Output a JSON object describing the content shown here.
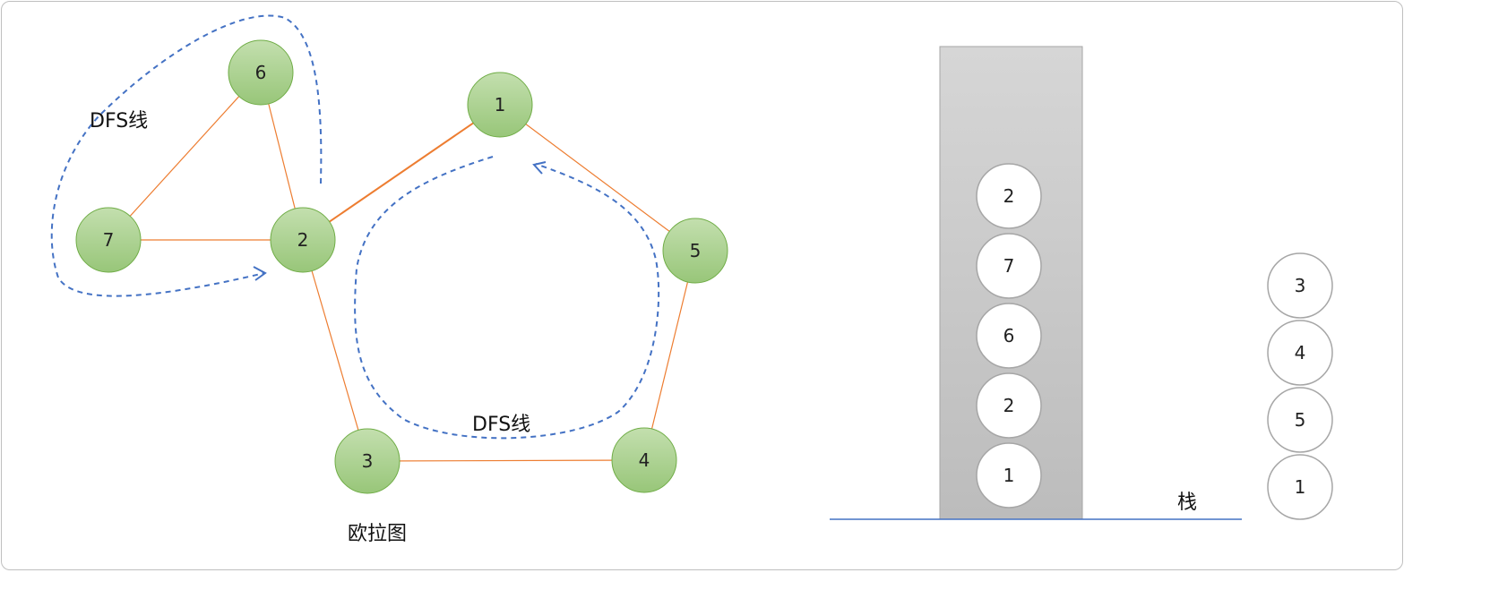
{
  "graph": {
    "caption": "欧拉图",
    "dfs_labels": [
      "DFS线",
      "DFS线"
    ],
    "nodes": [
      {
        "id": "1",
        "label": "1"
      },
      {
        "id": "2",
        "label": "2"
      },
      {
        "id": "3",
        "label": "3"
      },
      {
        "id": "4",
        "label": "4"
      },
      {
        "id": "5",
        "label": "5"
      },
      {
        "id": "6",
        "label": "6"
      },
      {
        "id": "7",
        "label": "7"
      }
    ],
    "edges": [
      [
        "2",
        "1"
      ],
      [
        "1",
        "5"
      ],
      [
        "5",
        "4"
      ],
      [
        "4",
        "3"
      ],
      [
        "3",
        "2"
      ],
      [
        "2",
        "6"
      ],
      [
        "6",
        "7"
      ],
      [
        "7",
        "2"
      ]
    ],
    "colors": {
      "node_fill": "#a9d18e",
      "node_stroke": "#70ad47",
      "edge": "#ed7d31",
      "dfs_line": "#4472c4"
    }
  },
  "stack": {
    "label": "栈",
    "items_bottom_to_top": [
      "1",
      "2",
      "6",
      "7",
      "2"
    ],
    "colors": {
      "column": "#c8c8c8",
      "baseline": "#4472c4"
    }
  },
  "output": {
    "items_bottom_to_top": [
      "1",
      "5",
      "4",
      "3"
    ]
  }
}
